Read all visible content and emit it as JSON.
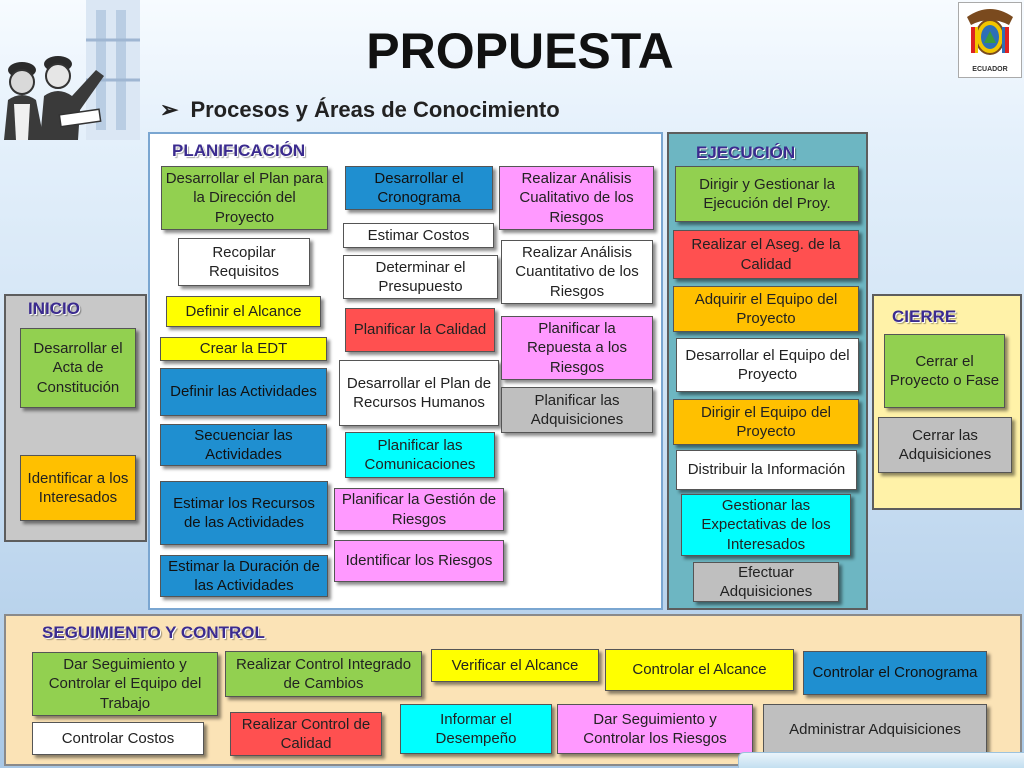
{
  "title": "PROPUESTA",
  "subtitle": "Procesos y Áreas de Conocimiento",
  "bullet": "➢",
  "logo_text": "ECUADOR",
  "sections": {
    "inicio": "INICIO",
    "planificacion": "PLANIFICACIÓN",
    "ejecucion": "EJECUCIÓN",
    "cierre": "CIERRE",
    "seguimiento": "SEGUIMIENTO Y CONTROL"
  },
  "inicio": {
    "acta": "Desarrollar el Acta de Constitución",
    "interesados": "Identificar a los Interesados"
  },
  "planificacion": {
    "plan_direccion": "Desarrollar el Plan para la Dirección del Proyecto",
    "recopilar": "Recopilar Requisitos",
    "alcance": "Definir el Alcance",
    "edt": "Crear la EDT",
    "actividades": "Definir las Actividades",
    "secuenciar": "Secuenciar las Actividades",
    "recursos": "Estimar los Recursos de las Actividades",
    "duracion": "Estimar la Duración de las Actividades",
    "cronograma": "Desarrollar el Cronograma",
    "costos": "Estimar Costos",
    "presupuesto": "Determinar el Presupuesto",
    "calidad": "Planificar la Calidad",
    "rrhh": "Desarrollar el Plan de Recursos Humanos",
    "comunicaciones": "Planificar las Comunicaciones",
    "gestion_riesgos": "Planificar la Gestión de Riesgos",
    "identificar_riesgos": "Identificar los Riesgos",
    "cualitativo": "Realizar Análisis Cualitativo de los Riesgos",
    "cuantitativo": "Realizar Análisis Cuantitativo de los Riesgos",
    "respuesta": "Planificar la Repuesta a los Riesgos",
    "adquisiciones": "Planificar las Adquisiciones"
  },
  "ejecucion": {
    "dirigir": "Dirigir y Gestionar la Ejecución del Proy.",
    "aseg_calidad": "Realizar el Aseg. de la Calidad",
    "adquirir": "Adquirir el Equipo del Proyecto",
    "desarrollar": "Desarrollar el Equipo del Proyecto",
    "dirigir_equipo": "Dirigir el Equipo del Proyecto",
    "distribuir": "Distribuir la Información",
    "expectativas": "Gestionar las Expectativas de los Interesados",
    "efectuar": "Efectuar Adquisiciones"
  },
  "cierre": {
    "cerrar_proyecto": "Cerrar el Proyecto o Fase",
    "cerrar_adq": "Cerrar las Adquisiciones"
  },
  "seguimiento": {
    "seg_trabajo": "Dar Seguimiento y Controlar el Equipo del Trabajo",
    "integrado": "Realizar Control Integrado de Cambios",
    "verificar": "Verificar el Alcance",
    "controlar_alcance": "Controlar el Alcance",
    "controlar_cronograma": "Controlar el Cronograma",
    "costos": "Controlar Costos",
    "control_calidad": "Realizar Control de Calidad",
    "desempeno": "Informar el Desempeño",
    "riesgos": "Dar Seguimiento y Controlar los Riesgos",
    "adquisiciones": "Administrar Adquisiciones"
  },
  "colors": {
    "green": "#92d050",
    "yellow": "#ffff00",
    "orange": "#ffc000",
    "blue": "#1f8fd0",
    "pink": "#ff99ff",
    "cyan": "#00ffff",
    "red": "#ff5050",
    "gray": "#bfbfbf"
  }
}
